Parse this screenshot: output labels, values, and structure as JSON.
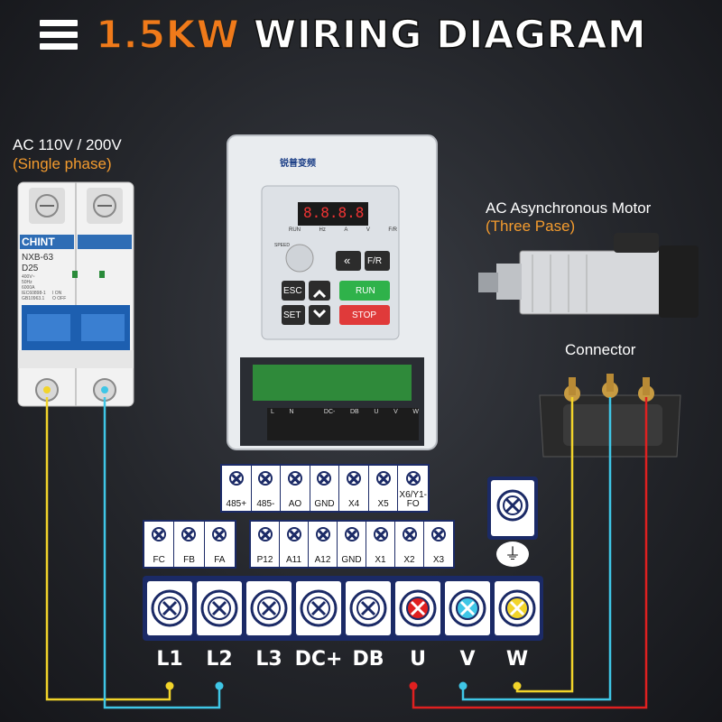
{
  "title": {
    "accent": "1.5KW",
    "main": "WIRING DIAGRAM"
  },
  "breaker": {
    "supply_label": "AC 110V / 200V",
    "supply_sub": "(Single phase)",
    "brand": "CHINT",
    "model": "NXB-63",
    "rating": "D25",
    "spec_lines": [
      "400V~",
      "50Hz",
      "6000A",
      "IEC60898-1",
      "GB10963.1"
    ],
    "on_label": "I ON",
    "off_label": "O OFF"
  },
  "vfd": {
    "brand": "锐普变频",
    "display": "8.8.8.8",
    "indicators": [
      "RUN",
      "Hz",
      "A",
      "V",
      "F/R"
    ],
    "speed_label": "SPEED",
    "buttons": {
      "back": "«",
      "fr": "F/R",
      "esc": "ESC",
      "run": "RUN",
      "set": "SET",
      "stop": "STOP"
    },
    "terminal_labels": [
      "L",
      "N",
      "",
      "DC-",
      "DB",
      "U",
      "V",
      "W"
    ]
  },
  "motor": {
    "label": "AC Asynchronous Motor",
    "sub": "(Three Pase)"
  },
  "connector": {
    "label": "Connector"
  },
  "control_terminals_top": [
    "485+",
    "485-",
    "AO",
    "GND",
    "X4",
    "X5",
    "X6/Y1-FO"
  ],
  "control_terminals_fault": [
    "FC",
    "FB",
    "FA"
  ],
  "control_terminals_inputs": [
    "P12",
    "A11",
    "A12",
    "GND",
    "X1",
    "X2",
    "X3"
  ],
  "ground_symbol": "⏚",
  "power_terminals": [
    {
      "label": "L1",
      "color": "#ffffff"
    },
    {
      "label": "L2",
      "color": "#ffffff"
    },
    {
      "label": "L3",
      "color": "#ffffff"
    },
    {
      "label": "DC+",
      "color": "#ffffff"
    },
    {
      "label": "DB",
      "color": "#ffffff"
    },
    {
      "label": "U",
      "color": "#e02020"
    },
    {
      "label": "V",
      "color": "#3fc6e6"
    },
    {
      "label": "W",
      "color": "#f2d42a"
    }
  ],
  "wire_colors": {
    "yellow": "#f2d42a",
    "cyan": "#3fc6e6",
    "red": "#e02020"
  }
}
